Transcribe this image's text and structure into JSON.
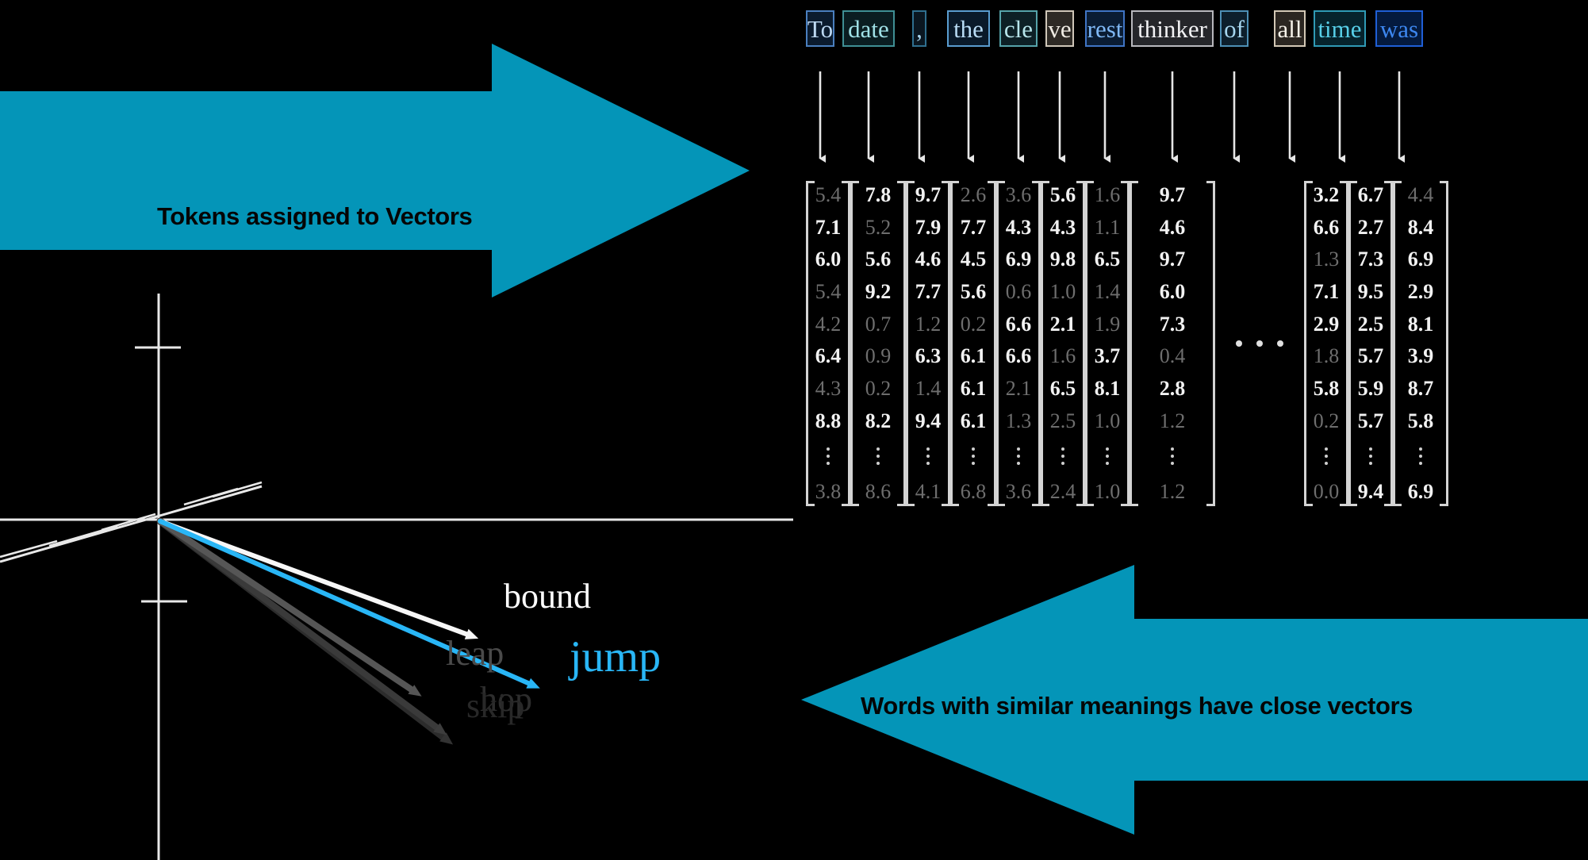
{
  "background_color": "#000000",
  "accent_teal": "#0495b8",
  "banners": [
    {
      "name": "tokens-to-vectors",
      "label": "Tokens assigned to Vectors",
      "direction": "right",
      "color": "#0495b8",
      "text_color": "#050505"
    },
    {
      "name": "similar-meanings",
      "label": "Words with similar meanings have close vectors",
      "direction": "left",
      "color": "#0495b8",
      "text_color": "#050505"
    }
  ],
  "tokens": [
    {
      "text": "To",
      "fill": "#0b1b2e",
      "border": "#4a7fbf",
      "color": "#bcd8f2",
      "width": 36
    },
    {
      "text": "date",
      "fill": "#0a1d21",
      "border": "#3f8f94",
      "color": "#9fe0e6",
      "width": 66
    },
    {
      "text": ",",
      "fill": "#0a1620",
      "border": "#2f6f8f",
      "color": "#a8d4ec",
      "width": 18
    },
    {
      "text": "the",
      "fill": "#0a1a2a",
      "border": "#5a9ccf",
      "color": "#b9dcf5",
      "width": 54
    },
    {
      "text": "cle",
      "fill": "#0d2026",
      "border": "#56a3aa",
      "color": "#b6e4ea",
      "width": 48
    },
    {
      "text": "ve",
      "fill": "#2e2a25",
      "border": "#cfc6b8",
      "color": "#f0ece4",
      "width": 36
    },
    {
      "text": "rest",
      "fill": "#0a1c33",
      "border": "#3f74c4",
      "color": "#7fb8f5",
      "width": 50
    },
    {
      "text": "thinker",
      "fill": "#25262a",
      "border": "#b8b8bd",
      "color": "#f2f2f4",
      "width": 104
    },
    {
      "text": "of",
      "fill": "#0d1f2c",
      "border": "#4d8fb5",
      "color": "#a6d6ef",
      "width": 36
    },
    {
      "text": "all",
      "fill": "#2b2621",
      "border": "#d3c8b6",
      "color": "#f5f1e8",
      "width": 40
    },
    {
      "text": "time",
      "fill": "#06232c",
      "border": "#2f9ab5",
      "color": "#57cfe8",
      "width": 66
    },
    {
      "text": "was",
      "fill": "#041a3e",
      "border": "#1f5fd6",
      "color": "#3d87f0",
      "width": 60
    }
  ],
  "token_gaps": [
    10,
    22,
    26,
    12,
    10,
    14,
    8,
    8,
    32,
    10,
    12
  ],
  "vectors": {
    "row_count": 8,
    "has_vertical_dots": true,
    "ellipsis_after_column_index": 8,
    "columns": [
      {
        "token": "To",
        "values": [
          "5.4",
          "7.1",
          "6.0",
          "5.4",
          "4.2",
          "6.4",
          "4.3",
          "8.8"
        ],
        "last": "3.8",
        "weights": [
          "dim",
          "bold",
          "bold",
          "dim",
          "dim",
          "bold",
          "dim",
          "bold"
        ],
        "last_weight": "dim"
      },
      {
        "token": "date",
        "values": [
          "7.8",
          "5.2",
          "5.6",
          "9.2",
          "0.7",
          "0.9",
          "0.2",
          "8.2"
        ],
        "last": "8.6",
        "weights": [
          "bold",
          "dim",
          "bold",
          "bold",
          "dim",
          "dim",
          "dim",
          "bold"
        ],
        "last_weight": "dim"
      },
      {
        "token": ",",
        "values": [
          "9.7",
          "7.9",
          "4.6",
          "7.7",
          "1.2",
          "6.3",
          "1.4",
          "9.4"
        ],
        "last": "4.1",
        "weights": [
          "bold",
          "bold",
          "bold",
          "bold",
          "dim",
          "bold",
          "dim",
          "bold"
        ],
        "last_weight": "dim"
      },
      {
        "token": "the",
        "values": [
          "2.6",
          "7.7",
          "4.5",
          "5.6",
          "0.2",
          "6.1",
          "6.1",
          "6.1"
        ],
        "last": "6.8",
        "weights": [
          "dim",
          "bold",
          "bold",
          "bold",
          "dim",
          "bold",
          "bold",
          "bold"
        ],
        "last_weight": "dim"
      },
      {
        "token": "cle",
        "values": [
          "3.6",
          "4.3",
          "6.9",
          "0.6",
          "6.6",
          "6.6",
          "2.1",
          "1.3"
        ],
        "last": "3.6",
        "weights": [
          "dim",
          "bold",
          "bold",
          "dim",
          "bold",
          "bold",
          "dim",
          "dim"
        ],
        "last_weight": "dim"
      },
      {
        "token": "ve",
        "values": [
          "5.6",
          "4.3",
          "9.8",
          "1.0",
          "2.1",
          "1.6",
          "6.5",
          "2.5"
        ],
        "last": "2.4",
        "weights": [
          "bold",
          "bold",
          "bold",
          "dim",
          "bold",
          "dim",
          "bold",
          "dim"
        ],
        "last_weight": "dim"
      },
      {
        "token": "rest",
        "values": [
          "1.6",
          "1.1",
          "6.5",
          "1.4",
          "1.9",
          "3.7",
          "8.1",
          "1.0"
        ],
        "last": "1.0",
        "weights": [
          "dim",
          "dim",
          "bold",
          "dim",
          "dim",
          "bold",
          "bold",
          "dim"
        ],
        "last_weight": "dim"
      },
      {
        "token": "thinker",
        "values": [
          "9.7",
          "4.6",
          "9.7",
          "6.0",
          "7.3",
          "0.4",
          "2.8",
          "1.2"
        ],
        "last": "1.2",
        "weights": [
          "bold",
          "bold",
          "bold",
          "bold",
          "bold",
          "dim",
          "bold",
          "dim"
        ],
        "last_weight": "dim"
      },
      {
        "token": "all",
        "values": [
          "3.2",
          "6.6",
          "1.3",
          "7.1",
          "2.9",
          "1.8",
          "5.8",
          "0.2"
        ],
        "last": "0.0",
        "weights": [
          "bold",
          "bold",
          "dim",
          "bold",
          "bold",
          "dim",
          "bold",
          "dim"
        ],
        "last_weight": "dim"
      },
      {
        "token": "time",
        "values": [
          "6.7",
          "2.7",
          "7.3",
          "9.5",
          "2.5",
          "5.7",
          "5.9",
          "5.7"
        ],
        "last": "9.4",
        "weights": [
          "bold",
          "bold",
          "bold",
          "bold",
          "bold",
          "bold",
          "bold",
          "bold"
        ],
        "last_weight": "bold"
      },
      {
        "token": "was",
        "values": [
          "4.4",
          "8.4",
          "6.9",
          "2.9",
          "8.1",
          "3.9",
          "8.7",
          "5.8"
        ],
        "last": "6.9",
        "weights": [
          "dim",
          "bold",
          "bold",
          "bold",
          "bold",
          "bold",
          "bold",
          "bold"
        ],
        "last_weight": "bold"
      }
    ]
  },
  "vector_space": {
    "axes_color": "#e8e8e8",
    "words": [
      {
        "label": "bound",
        "color": "#ffffff",
        "font_size": 44,
        "arrow_color": "#f2f2f2",
        "opacity": 1.0
      },
      {
        "label": "jump",
        "color": "#29b6f6",
        "font_size": 56,
        "arrow_color": "#29b6f6",
        "opacity": 1.0
      },
      {
        "label": "leap",
        "color": "#4f4f4f",
        "font_size": 44,
        "arrow_color": "#555555",
        "opacity": 1.0
      },
      {
        "label": "hop",
        "color": "#303030",
        "font_size": 44,
        "arrow_color": "#3a3a3a",
        "opacity": 1.0
      },
      {
        "label": "skip",
        "color": "#2a2a2a",
        "font_size": 44,
        "arrow_color": "#343434",
        "opacity": 1.0
      }
    ]
  }
}
